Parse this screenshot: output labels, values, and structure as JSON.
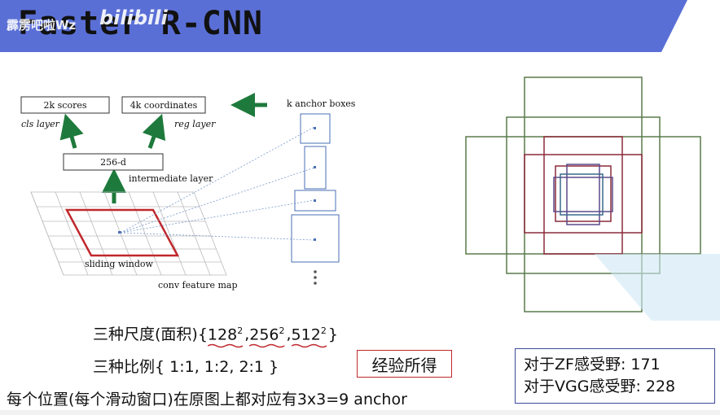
{
  "slide": {
    "title": "Faster R-CNN",
    "watermark": "霹雳吧啦Wz",
    "watermark_logo": "bilibili",
    "banner_color": "#5a6fd6"
  },
  "diagram": {
    "scores": "2k scores",
    "coordinates": "4k coordinates",
    "cls_layer": "cls layer",
    "reg_layer": "reg layer",
    "intermediate": "256-d",
    "intermediate_layer": "intermediate layer",
    "sliding_window": "sliding window",
    "conv_feature_map": "conv feature map",
    "anchor_boxes": "k anchor boxes"
  },
  "text": {
    "scales_prefix": "三种尺度(面积){",
    "scales": [
      "128",
      "256",
      "512"
    ],
    "scales_sup": "2",
    "scales_suffix": "}",
    "ratios": "三种比例{ 1:1, 1:2, 2:1 }",
    "empirical": "经验所得",
    "anchor_count": "每个位置(每个滑动窗口)在原图上都对应有3x3=9 anchor",
    "zf_rf": "对于ZF感受野: 171",
    "vgg_rf": "对于VGG感受野: 228"
  },
  "colors": {
    "banner": "#5a6fd6",
    "arrow_green": "#1e7a3c",
    "sliding_red": "#c0282c",
    "anchor_blue": "#4a6fb5",
    "box_green": "#5a7a4a",
    "box_red": "#8b2a3a",
    "box_purple": "#5a4a8b",
    "box_teal": "#3a6a8a"
  }
}
